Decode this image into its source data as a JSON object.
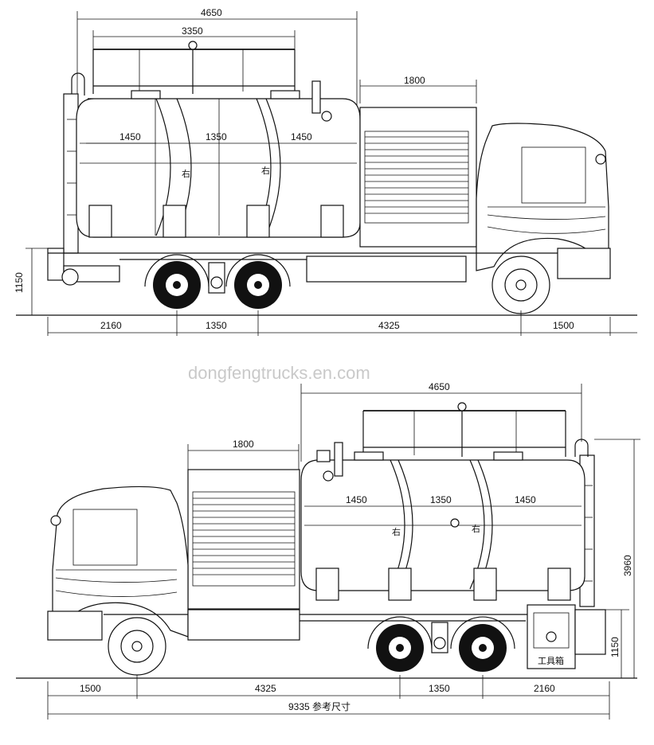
{
  "watermark": "dongfengtrucks.en.com",
  "top_view": {
    "dims": {
      "overall_body": "4650",
      "railing": "3350",
      "cabinet": "1800",
      "seg1": "1450",
      "seg2": "1350",
      "seg3": "1450",
      "height_frame": "1150",
      "rear_overhang": "2160",
      "axle_spacing": "1350",
      "wheelbase": "4325",
      "front_overhang": "1500"
    },
    "tank_marks": [
      "右",
      "右"
    ]
  },
  "bottom_view": {
    "dims": {
      "overall_body": "4650",
      "cabinet": "1800",
      "seg1": "1450",
      "seg2": "1350",
      "seg3": "1450",
      "height_total": "3960",
      "height_frame": "1150",
      "front_overhang": "1500",
      "wheelbase": "4325",
      "axle_spacing": "1350",
      "rear_overhang": "2160",
      "total_length": "9335 参考尺寸"
    },
    "toolbox_label": "工具箱",
    "tank_marks": [
      "右",
      "右"
    ]
  }
}
